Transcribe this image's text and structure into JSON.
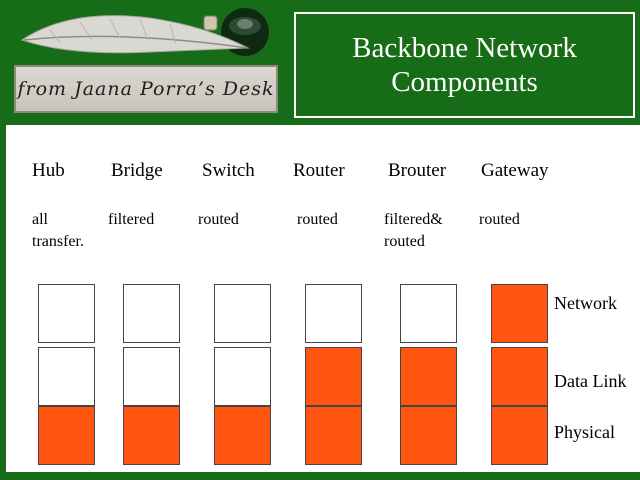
{
  "logo": {
    "text": "from Jaana Porra’s Desk",
    "icon": "quill-and-inkwell"
  },
  "title": {
    "line1": "Backbone Network",
    "line2": "Components"
  },
  "colors": {
    "background": "#176d17",
    "active_layer": "#ff5511",
    "inactive_layer": "#ffffff"
  },
  "layers": [
    "Network",
    "Data Link",
    "Physical"
  ],
  "components": [
    {
      "name": "Hub",
      "description": "all\ntransfer.",
      "active": [
        false,
        false,
        true
      ]
    },
    {
      "name": "Bridge",
      "description": "filtered",
      "active": [
        false,
        false,
        true
      ]
    },
    {
      "name": "Switch",
      "description": "routed",
      "active": [
        false,
        false,
        true
      ]
    },
    {
      "name": "Router",
      "description": "routed",
      "active": [
        false,
        true,
        true
      ]
    },
    {
      "name": "Brouter",
      "description": "filtered&\nrouted",
      "active": [
        false,
        true,
        true
      ]
    },
    {
      "name": "Gateway",
      "description": "routed",
      "active": [
        true,
        true,
        true
      ]
    }
  ]
}
